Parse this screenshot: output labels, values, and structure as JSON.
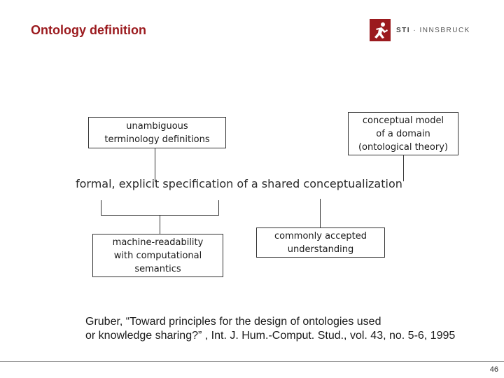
{
  "slide": {
    "title": "Ontology definition",
    "page_number": "46"
  },
  "logo": {
    "brand": "STI",
    "separator": " · ",
    "place": "INNSBRUCK",
    "color": "#9b1a1e",
    "icon": "sti-person-icon"
  },
  "diagram": {
    "central_statement": "formal, explicit specification of a shared conceptualization",
    "boxes": {
      "unambiguous": "unambiguous\nterminology definitions",
      "conceptual_model": "conceptual model\nof a domain\n(ontological theory)",
      "machine_readability": "machine-readability\nwith computational\nsemantics",
      "commonly_accepted": "commonly accepted\nunderstanding"
    }
  },
  "reference": {
    "text": "Gruber, “Toward principles for the design of ontologies used\nor knowledge sharing?” , Int. J. Hum.-Comput. Stud., vol. 43, no. 5-6, 1995"
  }
}
